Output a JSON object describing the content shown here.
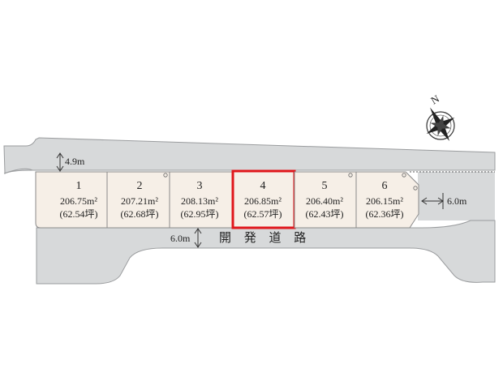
{
  "colors": {
    "road": "#d7d9da",
    "road_edge": "#9a9c9e",
    "lot_fill": "#f6efe7",
    "lot_edge": "#8a8a8a",
    "highlight": "#e0161b"
  },
  "map": {
    "road_width_top": "4.9m",
    "road_width_bottom": "6.0m",
    "road_width_right": "6.0m",
    "road_name": "開 発 道 路",
    "compass_letter": "N",
    "highlighted_lot": "4"
  },
  "lots": [
    {
      "number": "1",
      "area": "206.75m²",
      "tsubo": "(62.54坪)"
    },
    {
      "number": "2",
      "area": "207.21m²",
      "tsubo": "(62.68坪)"
    },
    {
      "number": "3",
      "area": "208.13m²",
      "tsubo": "(62.95坪)"
    },
    {
      "number": "4",
      "area": "206.85m²",
      "tsubo": "(62.57坪)"
    },
    {
      "number": "5",
      "area": "206.40m²",
      "tsubo": "(62.43坪)"
    },
    {
      "number": "6",
      "area": "206.15m²",
      "tsubo": "(62.36坪)"
    }
  ]
}
